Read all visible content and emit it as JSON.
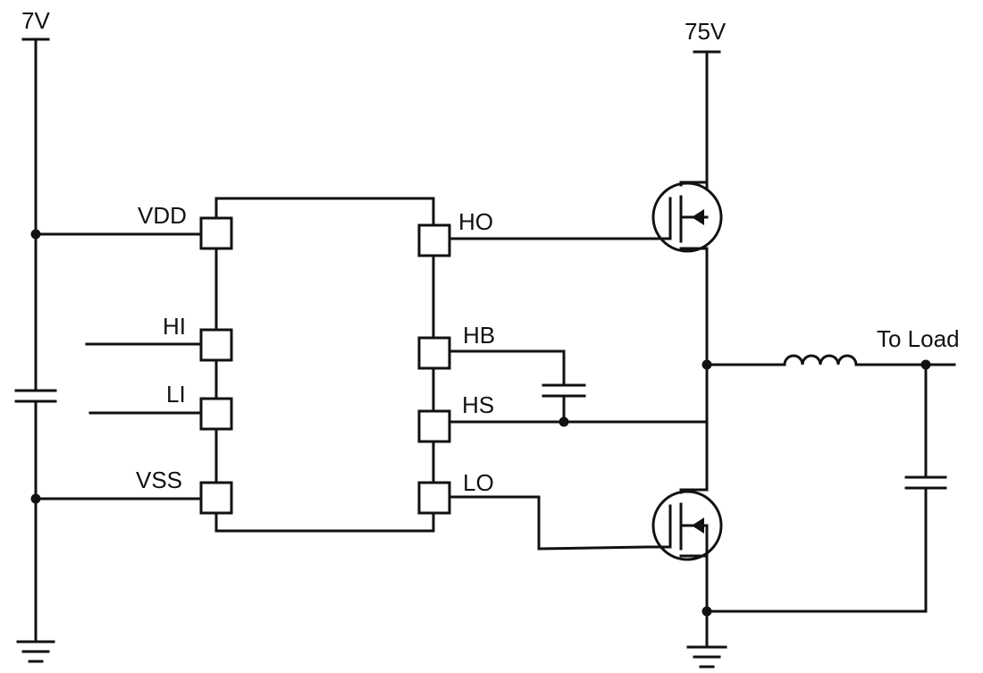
{
  "supplies": {
    "low_rail": "7V",
    "high_rail": "75V"
  },
  "driver": {
    "pins_left": [
      "VDD",
      "HI",
      "LI",
      "VSS"
    ],
    "pins_right": [
      "HO",
      "HB",
      "HS",
      "LO"
    ]
  },
  "output": {
    "label": "To Load"
  },
  "colors": {
    "wire": "#111111",
    "background": "#ffffff"
  }
}
